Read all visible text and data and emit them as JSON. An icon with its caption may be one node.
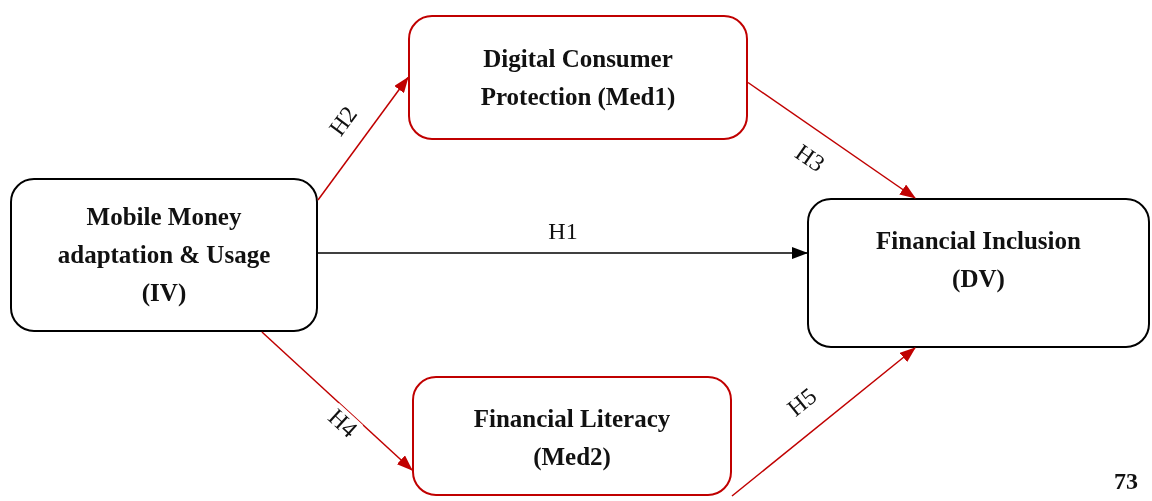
{
  "diagram": {
    "nodes": [
      {
        "text": [
          "Mobile Money adaptation & Usage (IV)"
        ]
      },
      {
        "text": [
          "Digital Consumer Protection (Med1)"
        ]
      },
      {
        "text": [
          "Financial Inclusion (DV)"
        ]
      },
      {
        "text": [
          "Financial Literacy (Med2)"
        ]
      }
    ],
    "edges": [
      {
        "from": 0,
        "to": 1,
        "arrow": "to",
        "label": "H2"
      },
      {
        "from": 1,
        "to": 2,
        "arrow": "to",
        "label": "H3"
      },
      {
        "from": 0,
        "to": 2,
        "arrow": "to",
        "label": "H1",
        "color": "#000000"
      },
      {
        "from": 0,
        "to": 3,
        "arrow": "to",
        "label": "H4"
      },
      {
        "from": 3,
        "to": 2,
        "arrow": "to",
        "label": "H5"
      }
    ],
    "labels": [
      "73"
    ]
  }
}
